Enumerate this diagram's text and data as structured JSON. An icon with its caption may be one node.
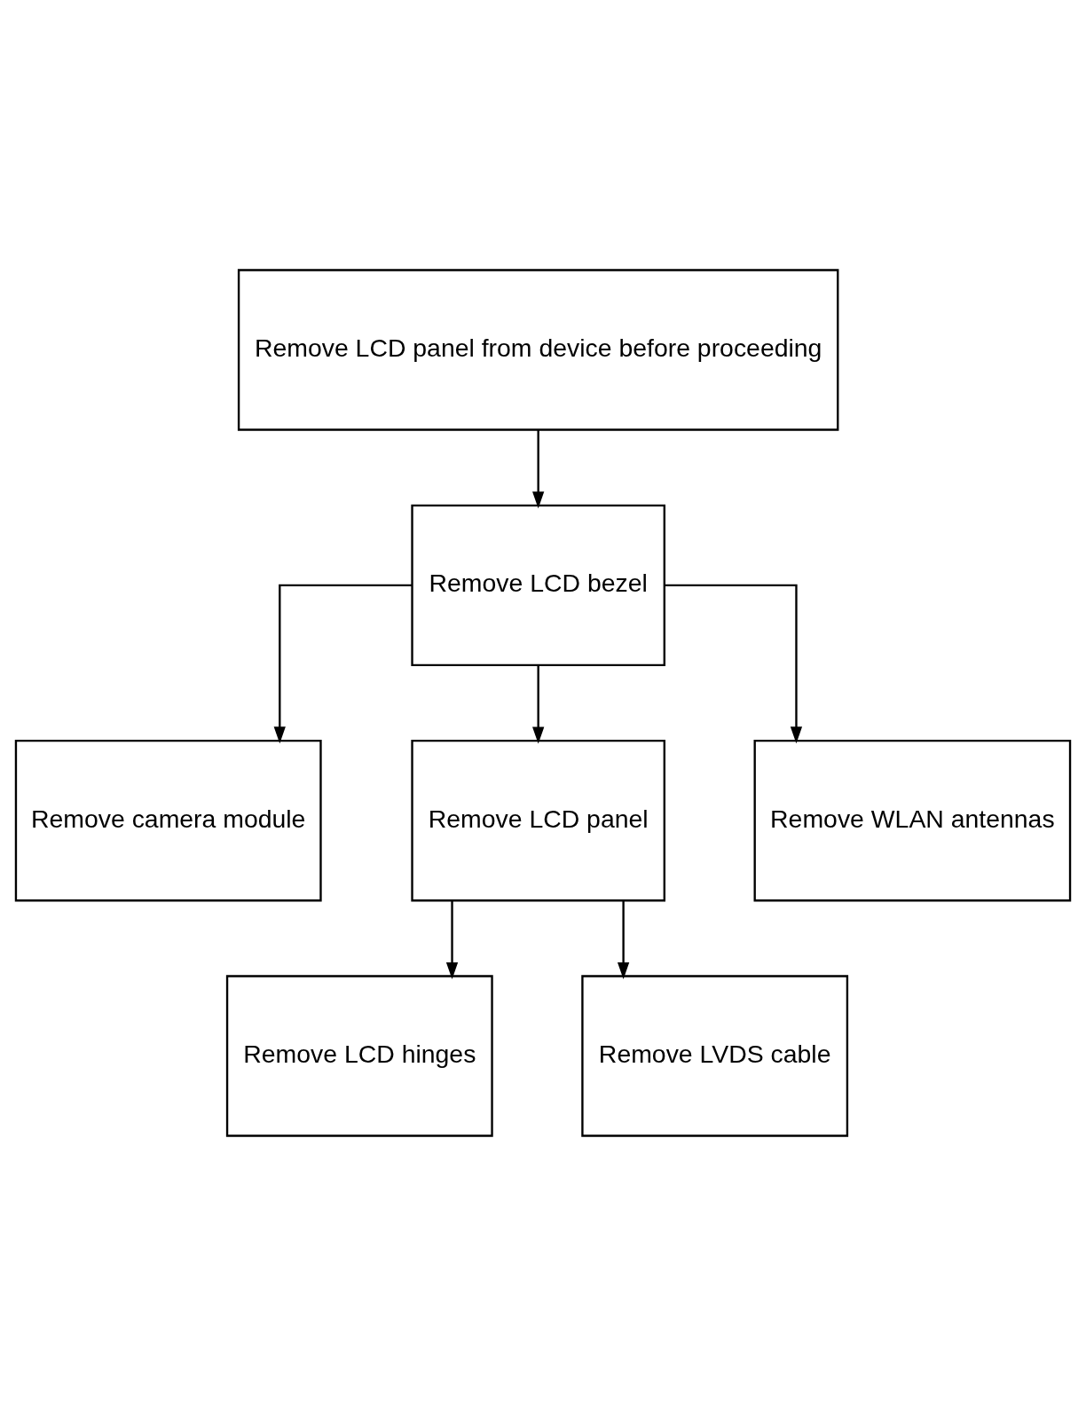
{
  "diagram": {
    "nodes": [
      {
        "text": [
          "Remove LCD panel from device before proceeding"
        ]
      },
      {
        "text": [
          "Remove LCD bezel"
        ]
      },
      {
        "text": [
          "Remove camera module"
        ]
      },
      {
        "text": [
          "Remove LCD panel"
        ]
      },
      {
        "text": [
          "Remove WLAN antennas"
        ]
      },
      {
        "text": [
          "Remove LCD hinges"
        ]
      },
      {
        "text": [
          "Remove LVDS cable"
        ]
      }
    ],
    "edges": [
      {
        "from": 0,
        "to": 1,
        "arrow": "to"
      },
      {
        "from": 1,
        "to": 2,
        "arrow": "to"
      },
      {
        "from": 1,
        "to": 3,
        "arrow": "to"
      },
      {
        "from": 1,
        "to": 4,
        "arrow": "to"
      },
      {
        "from": 3,
        "to": 5,
        "arrow": "to"
      },
      {
        "from": 3,
        "to": 6,
        "arrow": "to"
      }
    ]
  }
}
